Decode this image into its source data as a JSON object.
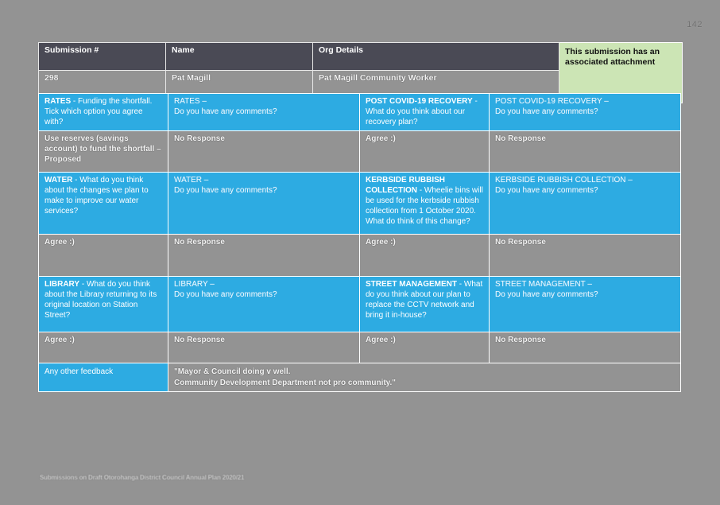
{
  "document": {
    "page_number": "142",
    "footer": "Submissions on Draft Otorohanga District Council Annual Plan 2020/21"
  },
  "meta": {
    "headers": {
      "submission_number": "Submission #",
      "name": "Name",
      "org_details": "Org Details"
    },
    "values": {
      "submission_number": "298",
      "name": "Pat Magill",
      "org_details": "Pat Magill Community Worker"
    },
    "attachment_notice": "This submission has an associated attachment"
  },
  "questions": [
    {
      "topic": "RATES",
      "question_bold": "RATES",
      "question_rest": " - Funding the shortfall. Tick which option you agree with?",
      "answer": "Use reserves (savings account) to fund the shortfall – Proposed",
      "comment_prompt_line1": "RATES –",
      "comment_prompt_line2": "Do you have any comments?",
      "comment_answer": "No Response"
    },
    {
      "topic": "POST COVID-19 RECOVERY",
      "question_bold": "POST COVID-19 RECOVERY",
      "question_rest": " - What do you think about our recovery plan?",
      "answer": "Agree :)",
      "comment_prompt_line1": "POST COVID-19 RECOVERY –",
      "comment_prompt_line2": "Do you have any comments?",
      "comment_answer": "No Response"
    },
    {
      "topic": "WATER",
      "question_bold": "WATER",
      "question_rest": " - What do you think about the changes we plan to make to improve our water services?",
      "answer": "Agree :)",
      "comment_prompt_line1": "WATER –",
      "comment_prompt_line2": "Do you have any comments?",
      "comment_answer": "No Response"
    },
    {
      "topic": "KERBSIDE RUBBISH COLLECTION",
      "question_bold": "KERBSIDE RUBBISH COLLECTION",
      "question_rest": " - Wheelie bins will be used for the kerbside rubbish collection from 1 October 2020. What do think of this change?",
      "answer": "Agree :)",
      "comment_prompt_line1": "KERBSIDE RUBBISH COLLECTION –",
      "comment_prompt_line2": "Do you have any comments?",
      "comment_answer": "No Response"
    },
    {
      "topic": "LIBRARY",
      "question_bold": "LIBRARY",
      "question_rest": " - What do you think about the Library returning to its original location on Station Street?",
      "answer": "Agree :)",
      "comment_prompt_line1": "LIBRARY –",
      "comment_prompt_line2": "Do you have any comments?",
      "comment_answer": "No Response"
    },
    {
      "topic": "STREET MANAGEMENT",
      "question_bold": "STREET MANAGEMENT",
      "question_rest": " - What do you think about our plan to replace the CCTV network and bring it in-house?",
      "answer": "Agree :)",
      "comment_prompt_line1": "STREET MANAGEMENT –",
      "comment_prompt_line2": "Do you have any comments?",
      "comment_answer": "No Response"
    }
  ],
  "other_feedback": {
    "label": "Any other feedback",
    "line1": "\"Mayor & Council doing v well.",
    "line2": "Community Development Department not pro community.\""
  },
  "colors": {
    "page_background": "#939393",
    "question_blue": "#2dabe2",
    "meta_header_dark": "#4a4a55",
    "attachment_green": "#cce5b5"
  }
}
